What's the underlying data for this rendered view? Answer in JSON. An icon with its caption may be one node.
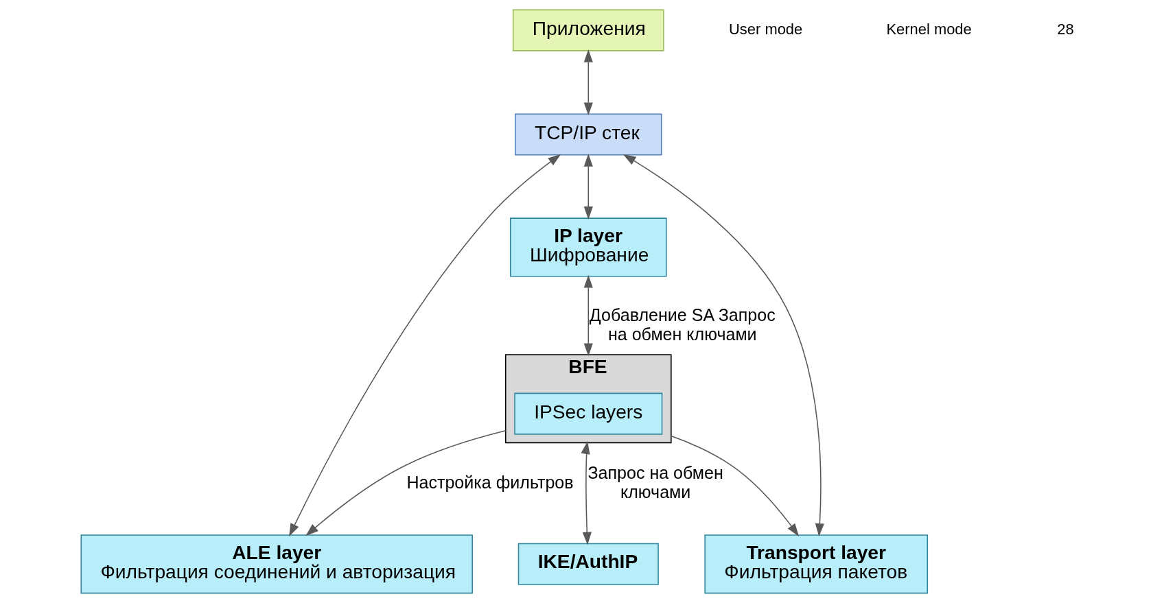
{
  "diagram": {
    "nodes": [
      {
        "text": [
          "Приложения"
        ]
      },
      {
        "text": [
          "BFE"
        ]
      },
      {
        "text": [
          "IPSec layers"
        ],
        "in": 1
      },
      {
        "text": [
          "IKE/AuthIP"
        ]
      },
      {
        "text": [
          "TCP/IP стек"
        ]
      },
      {
        "text": [
          "ALE layer",
          "Фильтрация соединений и авторизация"
        ]
      },
      {
        "text": [
          "Transport layer",
          "Фильтрация пакетов"
        ]
      },
      {
        "text": [
          "IP layer",
          "Шифрование"
        ]
      }
    ],
    "edges": [
      {
        "from": 0,
        "to": 4,
        "arrow": "both"
      },
      {
        "from": 1,
        "to": 3,
        "arrow": "both",
        "label": "Запрос на обмен ключами"
      },
      {
        "from": 1,
        "to": 5,
        "arrow": "to",
        "label": "Настройка фильтров"
      },
      {
        "from": 1,
        "to": 6,
        "arrow": "to"
      },
      {
        "from": 7,
        "to": 1,
        "arrow": "both",
        "label": "Добавление SA Запрос на обмен ключами"
      },
      {
        "from": 4,
        "to": 5,
        "arrow": "both"
      },
      {
        "from": 4,
        "to": 6,
        "arrow": "both"
      },
      {
        "from": 4,
        "to": 7,
        "arrow": "both"
      }
    ],
    "labels": [
      "User mode",
      "Kernel mode",
      "28"
    ]
  }
}
